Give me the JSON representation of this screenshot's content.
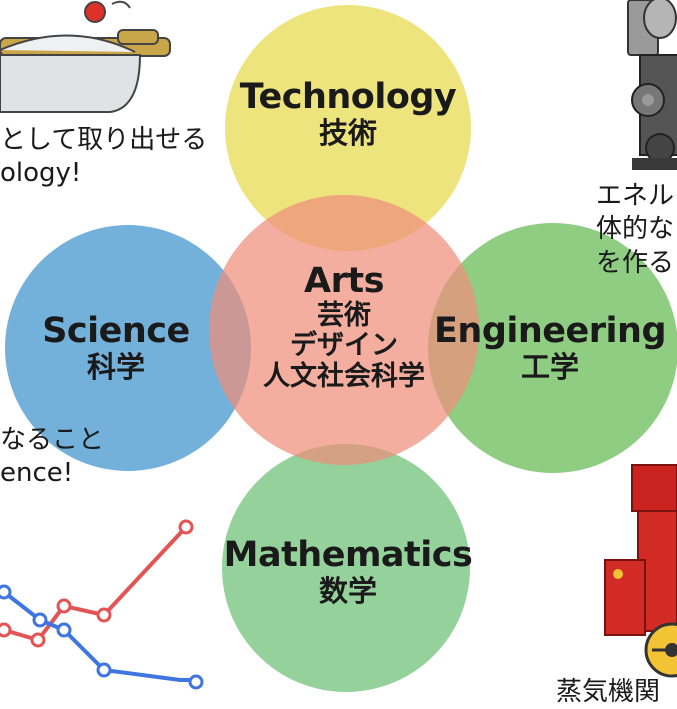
{
  "colors": {
    "technology": "#eee47e",
    "science": "#73b1db",
    "engineering": "#8fcd82",
    "mathematics": "#95d19b",
    "arts": "#ef8f7b"
  },
  "circles": {
    "technology": {
      "en": "Technology",
      "ja": "技術"
    },
    "science": {
      "en": "Science",
      "ja": "科学"
    },
    "engineering": {
      "en": "Engineering",
      "ja": "工学"
    },
    "mathematics": {
      "en": "Mathematics",
      "ja": "数学"
    },
    "arts": {
      "en": "Arts",
      "line1": "芸術",
      "line2": "デザイン",
      "line3": "人文社会科学"
    }
  },
  "side_text": {
    "top_left_1": "として取り出せる",
    "top_left_2": "ology!",
    "top_right_1": "エネル",
    "top_right_2": "体的な",
    "top_right_3": "を作る",
    "mid_left_1": "なること",
    "mid_left_2": "ence!",
    "bottom_right": "蒸気機関"
  },
  "icons": [
    "pressure-cooker-icon",
    "steam-locomotive-icon",
    "line-graph-icon",
    "toy-train-icon"
  ]
}
